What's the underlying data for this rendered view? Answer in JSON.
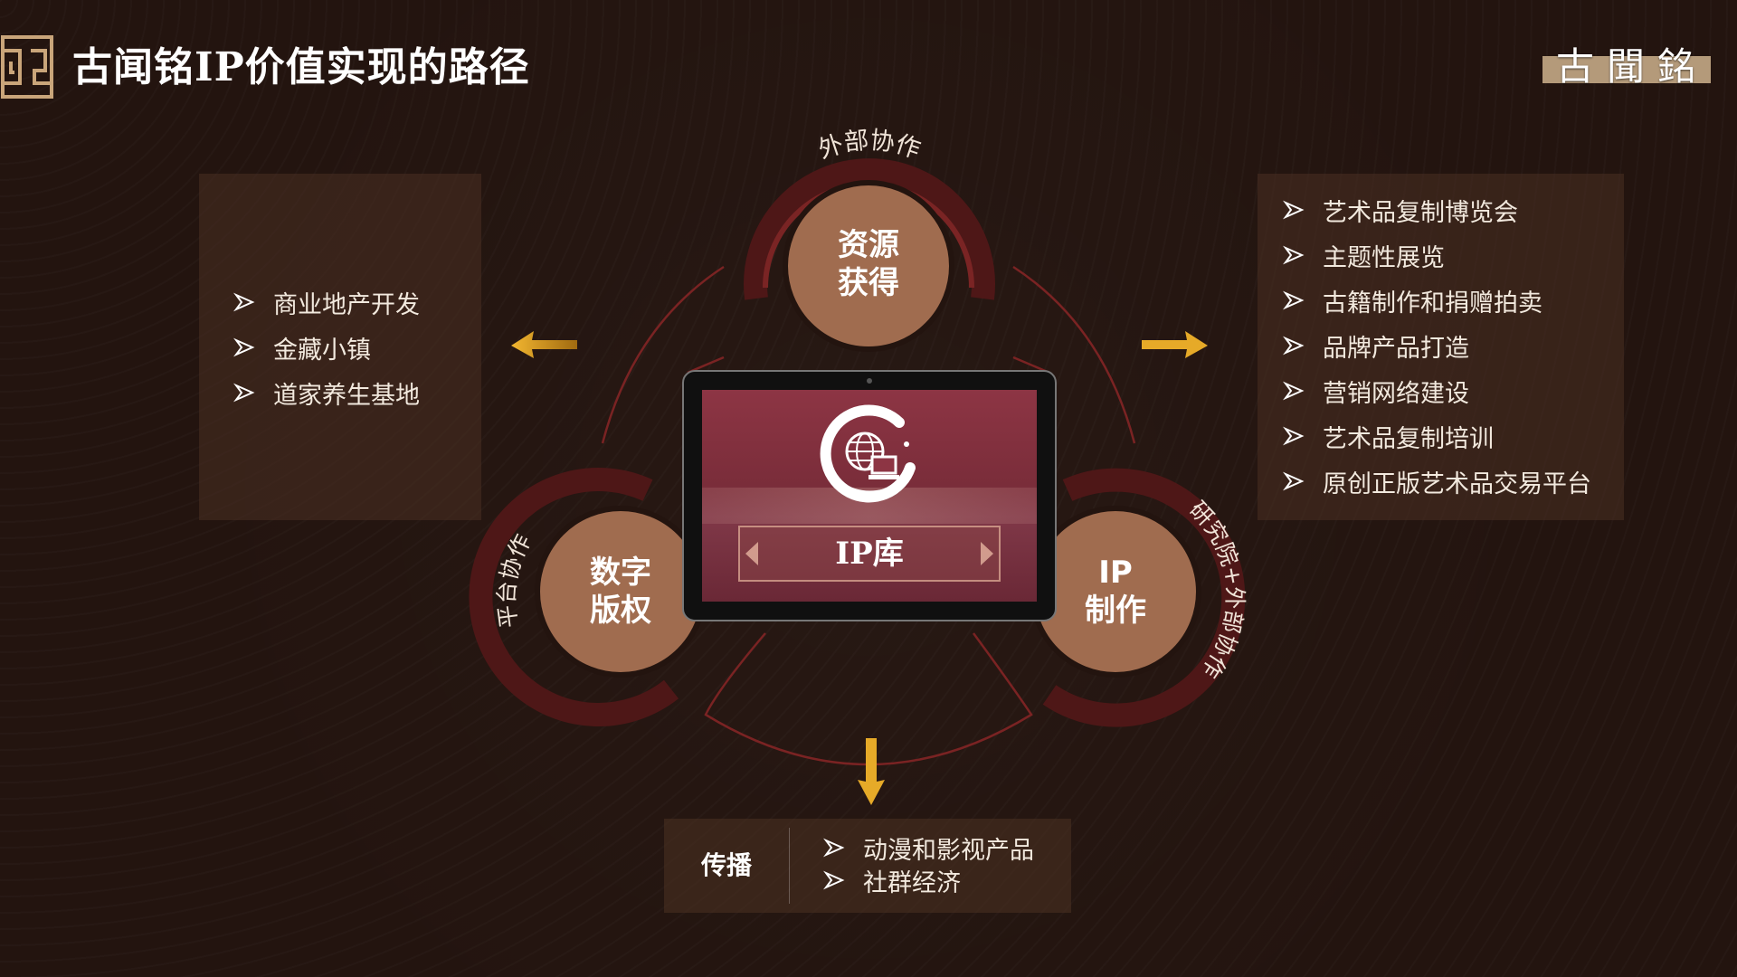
{
  "header": {
    "title": "古闻铭IP价值实现的路径",
    "brand": "古聞銘"
  },
  "colors": {
    "background": "#23140f",
    "panel": "#4a3022",
    "circle_fill": "#a06c4f",
    "ring": "#5a1c1c",
    "accent_arrow": "#e0a320"
  },
  "left_panel": {
    "items": [
      "商业地产开发",
      "金藏小镇",
      "道家养生基地"
    ]
  },
  "right_panel": {
    "items": [
      "艺术品复制博览会",
      "主题性展览",
      "古籍制作和捐赠拍卖",
      "品牌产品打造",
      "营销网络建设",
      "艺术品复制培训",
      "原创正版艺术品交易平台"
    ]
  },
  "cycle": {
    "top": {
      "label_line1": "资源",
      "label_line2": "获得",
      "arc_label": "外部协作"
    },
    "left": {
      "label_line1": "数字",
      "label_line2": "版权",
      "arc_label": "平台协作"
    },
    "right": {
      "label_line1": "IP",
      "label_line2": "制作",
      "arc_label": "研究院+外部协作"
    },
    "center": {
      "label": "IP库"
    }
  },
  "bottom": {
    "title": "传播",
    "items": [
      "动漫和影视产品",
      "社群经济"
    ]
  }
}
